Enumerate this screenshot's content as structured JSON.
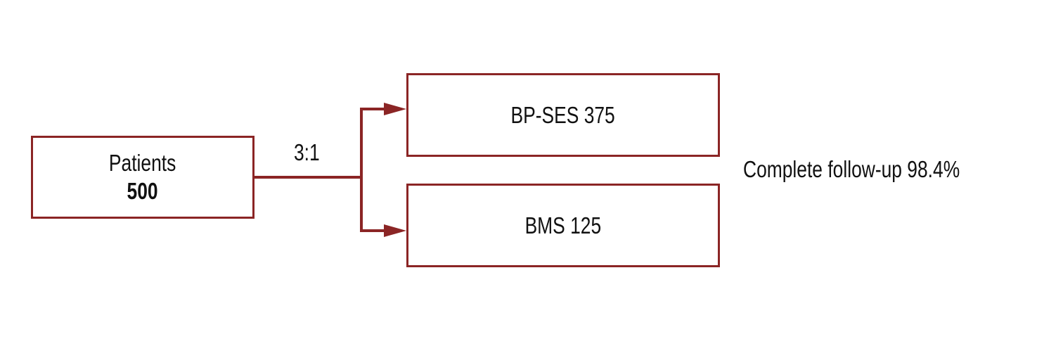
{
  "source": {
    "label": "Patients",
    "count": "500"
  },
  "ratio_label": "3:1",
  "arms": [
    {
      "label": "BP-SES 375"
    },
    {
      "label": "BMS 125"
    }
  ],
  "follow_up": "Complete follow-up 98.4%",
  "colors": {
    "accent": "#8b2525"
  }
}
